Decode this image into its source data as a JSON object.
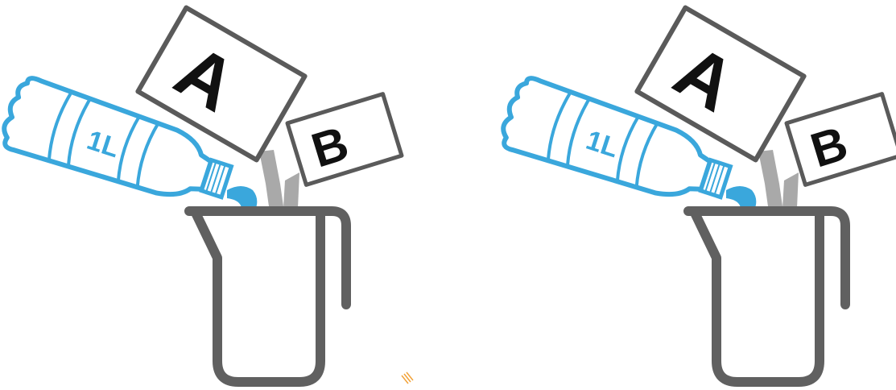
{
  "packets": {
    "a_label": "A",
    "b_label": "B"
  },
  "bottle": {
    "label": "1L"
  },
  "colors": {
    "water": "#3aa7dc",
    "jug": "#606060",
    "powder": "#a9a9a9",
    "outline": "#5a5a5a"
  },
  "icons": [
    "water-bottle-icon",
    "packet-a-icon",
    "packet-b-icon",
    "powder-stream-icon",
    "measuring-jug-icon"
  ]
}
